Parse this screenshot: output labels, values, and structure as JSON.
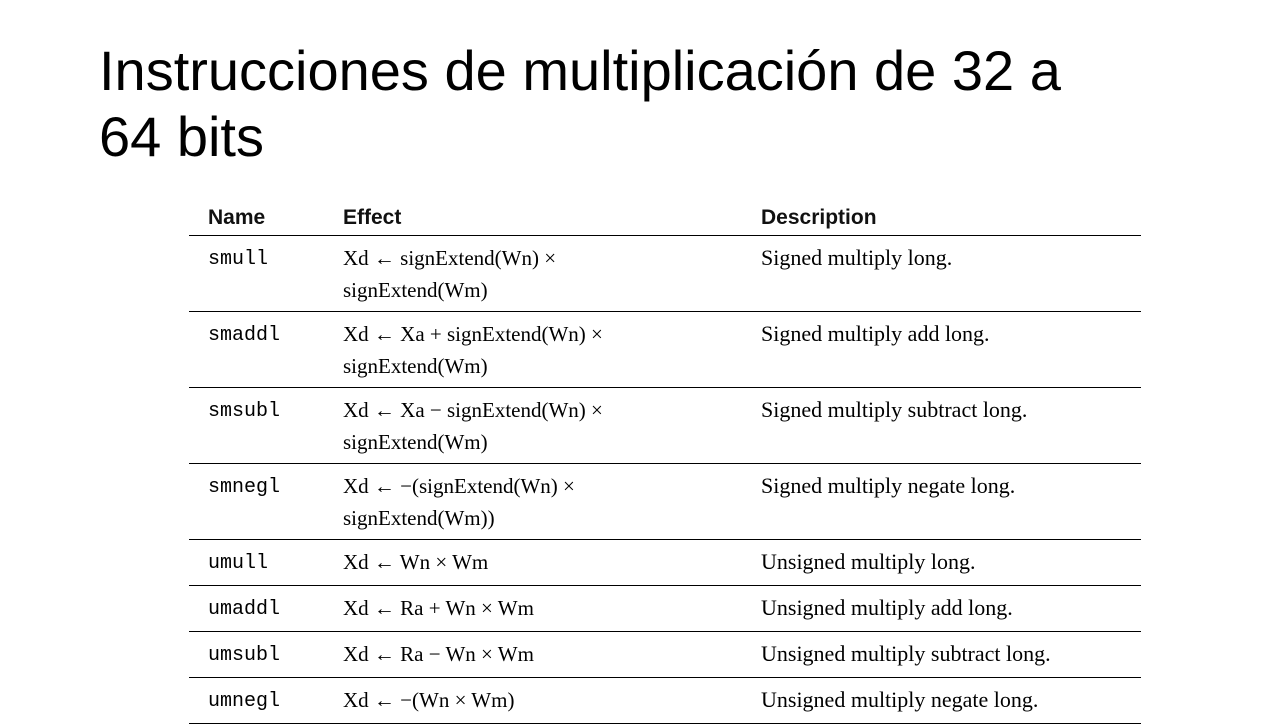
{
  "slide": {
    "title_line1": "Instrucciones de multiplicación de 32 a",
    "title_line2": "64 bits"
  },
  "table": {
    "headers": {
      "name": "Name",
      "effect": "Effect",
      "description": "Description"
    },
    "rows": [
      {
        "name": "smull",
        "effect_line1": "Xd ← signExtend(Wn) ×",
        "effect_line2": "signExtend(Wm)",
        "description": "Signed multiply long."
      },
      {
        "name": "smaddl",
        "effect_line1": "Xd ← Xa + signExtend(Wn) ×",
        "effect_line2": "signExtend(Wm)",
        "description": "Signed multiply add long."
      },
      {
        "name": "smsubl",
        "effect_line1": "Xd ← Xa − signExtend(Wn) ×",
        "effect_line2": "signExtend(Wm)",
        "description": "Signed multiply subtract long."
      },
      {
        "name": "smnegl",
        "effect_line1": "Xd ← −(signExtend(Wn) ×",
        "effect_line2": "signExtend(Wm))",
        "description": "Signed multiply negate long."
      },
      {
        "name": "umull",
        "effect_line1": "Xd ← Wn × Wm",
        "effect_line2": "",
        "description": "Unsigned multiply long."
      },
      {
        "name": "umaddl",
        "effect_line1": "Xd ← Ra + Wn × Wm",
        "effect_line2": "",
        "description": "Unsigned multiply add long."
      },
      {
        "name": "umsubl",
        "effect_line1": "Xd ← Ra − Wn × Wm",
        "effect_line2": "",
        "description": "Unsigned multiply subtract long."
      },
      {
        "name": "umnegl",
        "effect_line1": "Xd ← −(Wn × Wm)",
        "effect_line2": "",
        "description": "Unsigned multiply negate long."
      }
    ]
  }
}
